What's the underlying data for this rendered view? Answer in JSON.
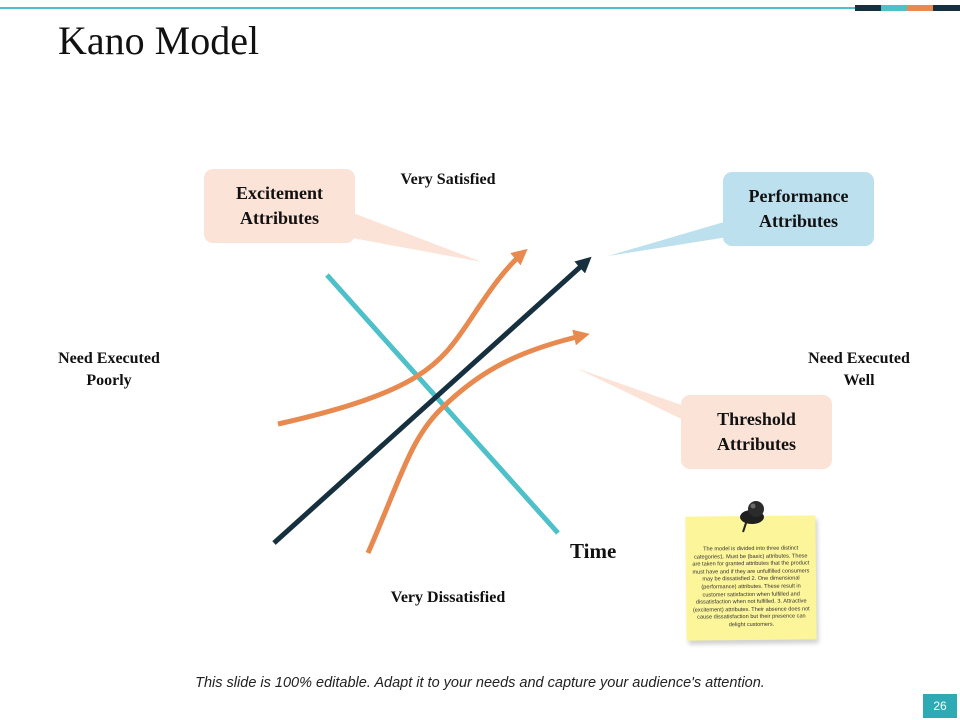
{
  "slide": {
    "title": "Kano Model",
    "footer": "This slide is 100% editable. Adapt it to your needs and capture your audience's attention.",
    "page_number": "26"
  },
  "axes": {
    "top": "Very Satisfied",
    "bottom": "Very Dissatisfied",
    "left_line1": "Need Executed",
    "left_line2": "Poorly",
    "right_line1": "Need Executed",
    "right_line2": "Well",
    "time": "Time"
  },
  "callouts": {
    "excitement": {
      "line1": "Excitement",
      "line2": "Attributes"
    },
    "performance": {
      "line1": "Performance",
      "line2": "Attributes"
    },
    "threshold": {
      "line1": "Threshold",
      "line2": "Attributes"
    }
  },
  "note": {
    "text": "The model is divided into three distinct categories1. Must be (basic) attributes. These are taken for granted attributes that the product must have and if they are unfulfilled consumers may be dissatisfied 2. One dimensional (performance) attributes. These result in customer satisfaction when fulfilled and dissatisfaction when not fulfilled. 3. Attractive (excitement) attributes. Their absence does not cause dissatisfaction but their presence can delight customers."
  },
  "colors": {
    "teal": "#4ec0c9",
    "orange": "#e8894f",
    "navy": "#17303f",
    "peach": "#fce3d8",
    "light_blue": "#bde0ee",
    "note_yellow": "#fdf59a"
  }
}
